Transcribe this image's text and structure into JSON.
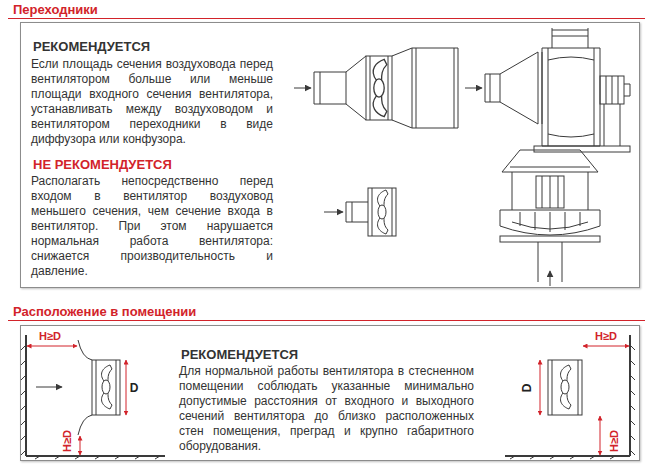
{
  "diagram": {
    "nodes": [
      {
        "text": [
          "Переходники",
          "РЕКОМЕНДУЕТСЯ",
          "Если площадь сечения воздуховода перед вентилятором больше или меньше площади входного сечения вентилятора, устанавливать между воздуховодом и вентилятором переходники в виде диффузора или конфузора.",
          "НЕ РЕКОМЕНДУЕТСЯ",
          "Располагать непосредственно перед входом в вентилятор воздуховод меньшего сечения, чем сечение входа в вентилятор. При этом нарушается нормальная работа вентилятора: снижается производительность и давление."
        ]
      },
      {
        "text": [
          "Расположение в помещении",
          "РЕКОМЕНДУЕТСЯ",
          "Для нормальной работы вентилятора в стесненном помещении соблюдать указанные минимально допустимые расстояния от входного и выходного сечений вентилятора до близко расположенных стен помещения, преград и крупно габаритного оборудования."
        ]
      }
    ],
    "labels": [
      "H≥D",
      "D",
      "H≥D",
      "H≥D",
      "D",
      "H≥D"
    ]
  }
}
